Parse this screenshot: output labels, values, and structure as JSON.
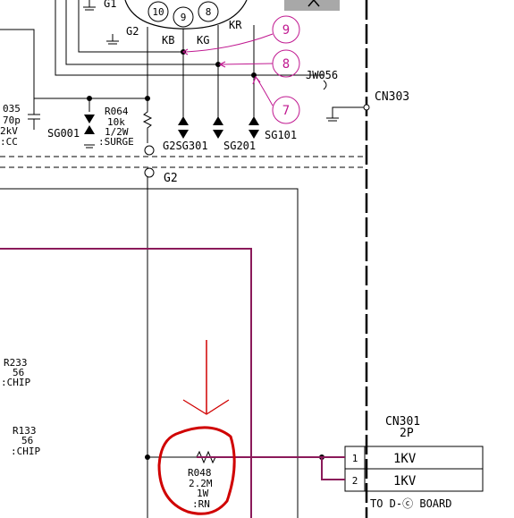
{
  "crt_pins": {
    "g1": "G1",
    "g2_left": "G2",
    "pin10": "10",
    "pin9": "9",
    "pin8": "8",
    "kr": "KR",
    "kb": "KB",
    "kg": "KG"
  },
  "callouts": [
    "9",
    "8",
    "7"
  ],
  "labels": {
    "jw056": "JW056",
    "cn303": "CN303",
    "c035_ref": "035",
    "c035_val": "70p",
    "c035_volt": "2kV",
    "c035_type": ":CC",
    "r064_ref": "R064",
    "r064_val": "10k",
    "r064_watt": "1/2W",
    "r064_type": ":SURGE",
    "sg001": "SG001",
    "g2_sg301": "G2SG301",
    "sg201": "SG201",
    "sg101": "SG101",
    "g2_connector": "G2",
    "r233_ref": "R233",
    "r233_val": "56",
    "r233_type": ":CHIP",
    "r133_ref": "R133",
    "r133_val": "56",
    "r133_type": ":CHIP",
    "r048_ref": "R048",
    "r048_val": "2.2M",
    "r048_watt": "1W",
    "r048_type": ":RN"
  },
  "connector_cn301": {
    "name": "CN301",
    "pins_count": "2P",
    "pins": [
      {
        "num": "1",
        "label": "1KV"
      },
      {
        "num": "2",
        "label": "1KV"
      }
    ],
    "footer": "TO D-ⓒ BOARD"
  },
  "colors": {
    "wire": "#000000",
    "hv_trace": "#8b1a5a",
    "callout": "#c01890",
    "annotation": "#d00000",
    "warning_box": "#a8a8a8"
  }
}
